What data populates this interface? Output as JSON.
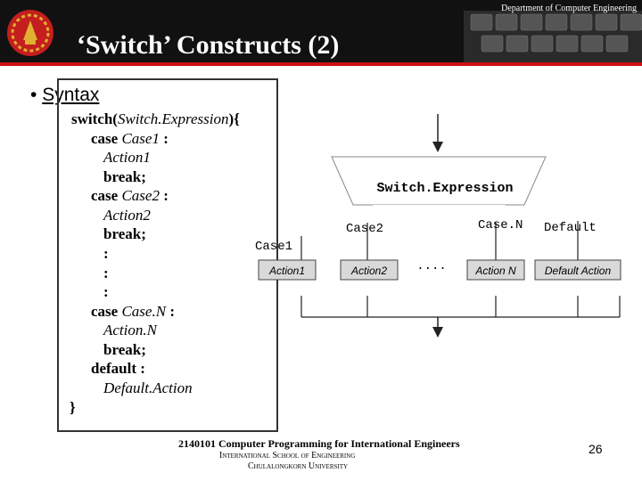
{
  "header": {
    "department": "Department of Computer Engineering",
    "title": "‘Switch’ Constructs (2)"
  },
  "slide": {
    "bullet": "•",
    "heading": "Syntax"
  },
  "code": {
    "line1_kw": "switch(",
    "line1_expr": "Switch.Expression",
    "line1_end": "){",
    "case1_kw": "case ",
    "case1_val": "Case1",
    "case1_colon": " :",
    "action1": "Action1",
    "break1": "break;",
    "case2_kw": "case ",
    "case2_val": "Case2",
    "case2_colon": " :",
    "action2": "Action2",
    "break2": "break;",
    "dots1": ":",
    "dots2": ":",
    "dots3": ":",
    "caseN_kw": "case ",
    "caseN_val": "Case.N",
    "caseN_colon": " :",
    "actionN": "Action.N",
    "breakN": "break;",
    "default_kw": "default :",
    "default_action": "Default.Action",
    "close": "}"
  },
  "flowchart": {
    "expression": "Switch.Expression",
    "case1_label": "Case1",
    "case2_label": "Case2",
    "caseN_label": "Case.N",
    "default_label": "Default",
    "ellipsis": "....",
    "action1": "Action1",
    "action2": "Action2",
    "actionN": "Action N",
    "default_action": "Default Action"
  },
  "footer": {
    "course": "2140101 Computer Programming for International Engineers",
    "school": "International School of Engineering",
    "university": "Chulalongkorn University",
    "page": "26"
  },
  "colors": {
    "header_bg": "#111111",
    "accent_red": "#cc1111",
    "action_box": "#d9d9d9"
  }
}
